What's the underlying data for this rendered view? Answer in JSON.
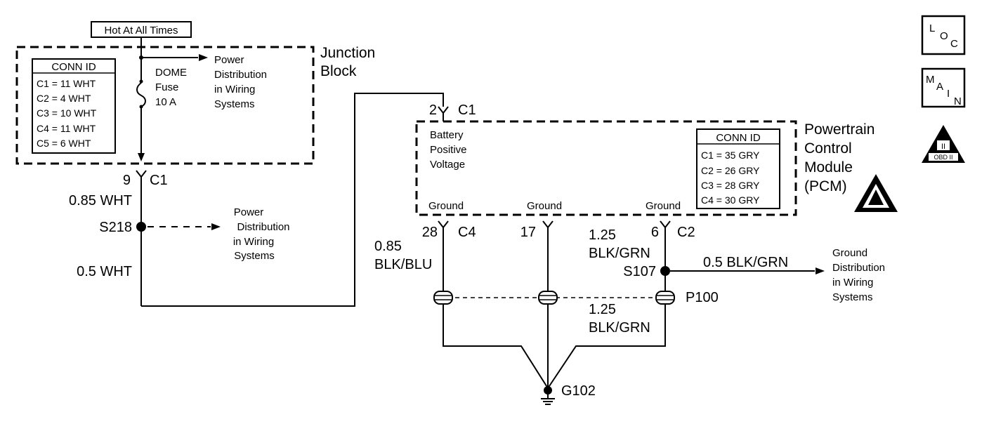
{
  "hot_label": "Hot At All Times",
  "junction_block": {
    "title_line1": "Junction",
    "title_line2": "Block",
    "conn_id": {
      "title": "CONN ID",
      "rows": [
        "C1 = 11 WHT",
        "C2 = 4 WHT",
        "C3 = 10 WHT",
        "C4 = 11 WHT",
        "C5 = 6 WHT"
      ]
    },
    "fuse": {
      "line1": "DOME",
      "line2": "Fuse",
      "line3": "10 A"
    },
    "power_dist": [
      "Power",
      "Distribution",
      "in Wiring",
      "Systems"
    ],
    "connector_pin": "9",
    "connector_id": "C1"
  },
  "wire_085_wht": "0.85 WHT",
  "splice_s218": "S218",
  "s218_power_dist": [
    "Power",
    "Distribution",
    "in Wiring",
    "Systems"
  ],
  "wire_05_wht": "0.5 WHT",
  "pcm": {
    "title": [
      "Powertrain",
      "Control",
      "Module",
      "(PCM)"
    ],
    "top_pin": "2",
    "top_conn": "C1",
    "battery_label": [
      "Battery",
      "Positive",
      "Voltage"
    ],
    "grounds": [
      "Ground",
      "Ground",
      "Ground"
    ],
    "conn_id": {
      "title": "CONN ID",
      "rows": [
        "C1 = 35 GRY",
        "C2 = 26 GRY",
        "C3 = 28 GRY",
        "C4 = 30 GRY"
      ]
    },
    "pin_28": "28",
    "conn_c4": "C4",
    "pin_17": "17",
    "pin_6": "6",
    "conn_c2": "C2"
  },
  "wire_085_blkblu": [
    "0.85",
    "BLK/BLU"
  ],
  "wire_125_blkgrn_top": [
    "1.25",
    "BLK/GRN"
  ],
  "splice_s107": "S107",
  "wire_05_blkgrn": "0.5 BLK/GRN",
  "ground_dist": [
    "Ground",
    "Distribution",
    "in Wiring",
    "Systems"
  ],
  "connector_p100": "P100",
  "wire_125_blkgrn_bottom": [
    "1.25",
    "BLK/GRN"
  ],
  "ground_g102": "G102",
  "icons": {
    "loc": [
      "L",
      "O",
      "C"
    ],
    "main": [
      "M",
      "A",
      "I",
      "N"
    ],
    "obd": [
      "II",
      "OBD II"
    ]
  }
}
